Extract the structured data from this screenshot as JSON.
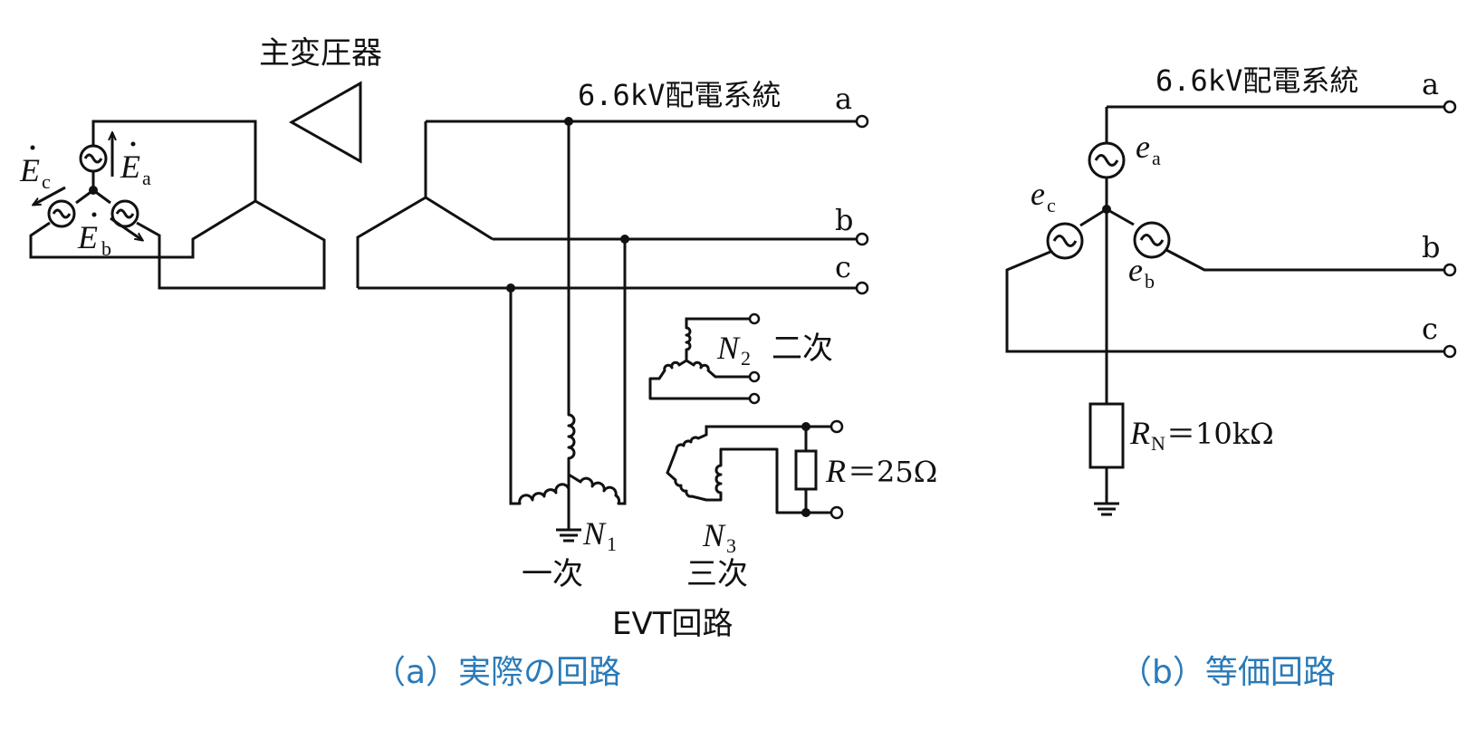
{
  "colors": {
    "line": "#111111",
    "caption": "#2a7ab8",
    "background": "#ffffff"
  },
  "part_a": {
    "main_transformer_label": "主変圧器",
    "system_label": "6.6kV配電系統",
    "phase_a": "a",
    "phase_b": "b",
    "phase_c": "c",
    "source_labels": {
      "ea": {
        "sym": "E",
        "sub": "a"
      },
      "eb": {
        "sym": "E",
        "sub": "b"
      },
      "ec": {
        "sym": "E",
        "sub": "c"
      }
    },
    "n1": {
      "sym": "N",
      "sub": "1"
    },
    "n2": {
      "sym": "N",
      "sub": "2"
    },
    "n3": {
      "sym": "N",
      "sub": "3"
    },
    "primary_label": "一次",
    "secondary_label": "二次",
    "tertiary_label": "三次",
    "resistor": {
      "sym": "R",
      "value": "＝25Ω"
    },
    "evt_label": "EVT回路",
    "caption": "（a）実際の回路"
  },
  "part_b": {
    "system_label": "6.6kV配電系統",
    "phase_a": "a",
    "phase_b": "b",
    "phase_c": "c",
    "source_labels": {
      "ea": {
        "sym": "e",
        "sub": "a"
      },
      "eb": {
        "sym": "e",
        "sub": "b"
      },
      "ec": {
        "sym": "e",
        "sub": "c"
      }
    },
    "resistor": {
      "sym": "R",
      "sub": "N",
      "value": "＝10kΩ"
    },
    "caption": "（b）等価回路"
  }
}
